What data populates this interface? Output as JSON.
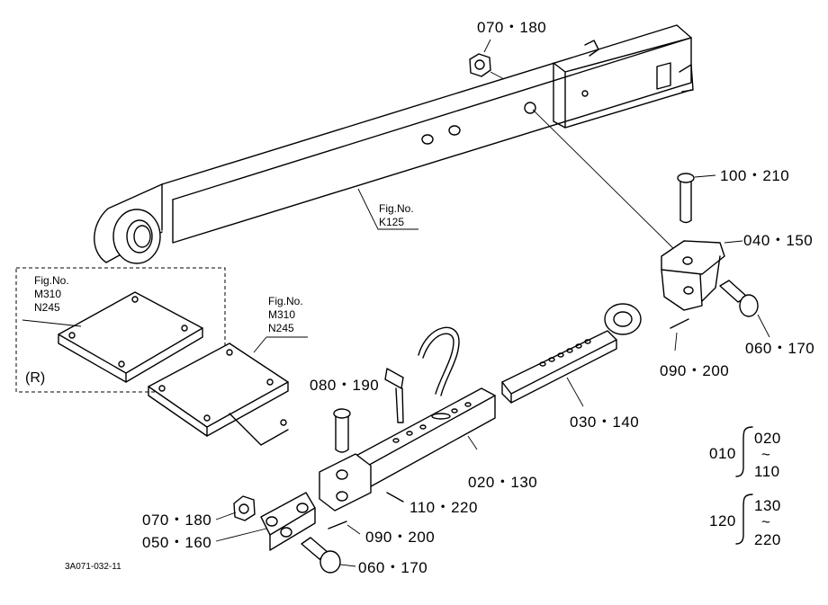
{
  "parts": {
    "p070_180_top": "070・180",
    "p100_210": "100・210",
    "p040_150": "040・150",
    "p060_170_right": "060・170",
    "p090_200_right": "090・200",
    "p030_140": "030・140",
    "p080_190": "080・190",
    "p020_130": "020・130",
    "p110_220": "110・220",
    "p070_180_bottom": "070・180",
    "p050_160": "050・160",
    "p090_200_bottom": "090・200",
    "p060_170_bottom": "060・170"
  },
  "figrefs": {
    "k125": {
      "line1": "Fig.No.",
      "line2": "K125"
    },
    "m310_inset": {
      "line1": "Fig.No.",
      "line2": "M310",
      "line3": "N245"
    },
    "m310_main": {
      "line1": "Fig.No.",
      "line2": "M310",
      "line3": "N245"
    },
    "inset_side": "(R)"
  },
  "range_legend": {
    "group1": {
      "code": "010",
      "from": "020",
      "tilde": "~",
      "to": "110"
    },
    "group2": {
      "code": "120",
      "from": "130",
      "tilde": "~",
      "to": "220"
    }
  },
  "drawing_id": "3A071-032-11"
}
